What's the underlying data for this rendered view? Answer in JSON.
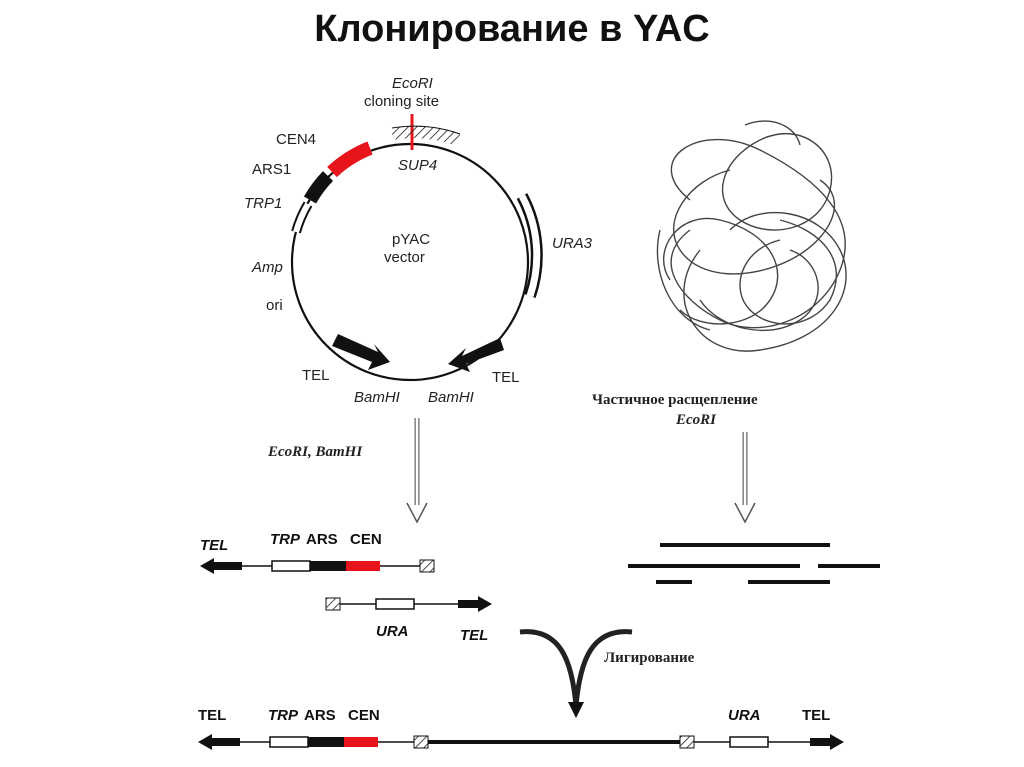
{
  "title": "Клонирование в YAC",
  "colors": {
    "accent": "#e8141b",
    "line": "#111111"
  },
  "plasmid": {
    "center_line1": "pYAC",
    "center_line2": "vector",
    "ecori_line1": "EcoRI",
    "ecori_line2": "cloning site",
    "cen4": "CEN4",
    "sup4": "SUP4",
    "ars1": "ARS1",
    "trp1": "TRP1",
    "amp": "Amp",
    "ori": "ori",
    "ura3": "URA3",
    "tel_left": "TEL",
    "tel_right": "TEL",
    "bamhi_left": "BamHI",
    "bamhi_right": "BamHI"
  },
  "digest_label": "EcoRI, BamHI",
  "partial_digest_line1": "Частичное расщепление",
  "partial_digest_line2": "EcoRI",
  "ligation": "Лигирование",
  "arm_left": {
    "tel": "TEL",
    "trp": "TRP",
    "ars": "ARS",
    "cen": "CEN"
  },
  "arm_right": {
    "ura": "URA",
    "tel": "TEL"
  },
  "final_construct": {
    "tel_left": "TEL",
    "trp": "TRP",
    "ars": "ARS",
    "cen": "CEN",
    "ura": "URA",
    "tel_right": "TEL"
  }
}
